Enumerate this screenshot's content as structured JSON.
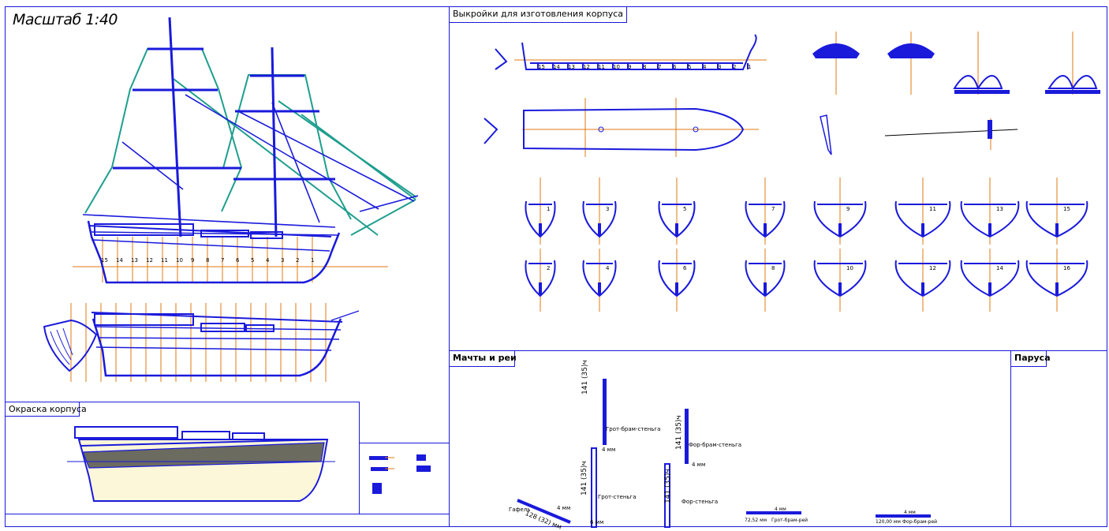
{
  "sheet": {
    "scale": "Масштаб 1:40",
    "sections": {
      "patterns": "Выкройки для изготовления корпуса",
      "hull_paint": "Окраска корпуса",
      "masts": "Мачты и реи",
      "sails": "Паруса"
    }
  },
  "hull_stations": [
    "15",
    "14",
    "13",
    "12",
    "11",
    "10",
    "9",
    "8",
    "7",
    "6",
    "5",
    "4",
    "3",
    "2",
    "1"
  ],
  "frames": [
    [
      "1",
      "3",
      "5",
      "7",
      "9",
      "11",
      "13",
      "15"
    ],
    [
      "2",
      "4",
      "6",
      "8",
      "10",
      "12",
      "14",
      "16"
    ]
  ],
  "mast_labels": {
    "main_topgallant_len": "141 (35)ч",
    "main_topgallant_name": "Грот-брам-стеньга",
    "main_topgallant_dia": "4 мм",
    "main_topmast_len": "141 (35)ч",
    "main_topmast_name": "Грот-стеньга",
    "main_topmast_dia": "6 мм",
    "fore_topgallant_len": "141 (35)ч",
    "fore_topgallant_name": "Фор-брам-стеньга",
    "fore_topgallant_dia": "4 мм",
    "fore_topmast_len": "141 (35)ч",
    "fore_topmast_name": "Фор-стеньга",
    "gaff_name": "Гафель",
    "gaff_len": "128 (32) мм",
    "gaff_dia": "4 мм",
    "yard1_dia": "4 мм",
    "yard1_name": "Грот-брам-рей",
    "yard1_len": "72,52 мм",
    "yard2_dia": "4 мм",
    "yard2_name": "Фор-брам-рей",
    "yard2_len": "120,00 мм"
  },
  "colors": {
    "line": "#1a1adb",
    "sail_outline": "#1e9e8e",
    "axis": "#e07a10",
    "hull_paint_bottom": "#fbf7d8",
    "hull_paint_band": "#6b6b60"
  }
}
